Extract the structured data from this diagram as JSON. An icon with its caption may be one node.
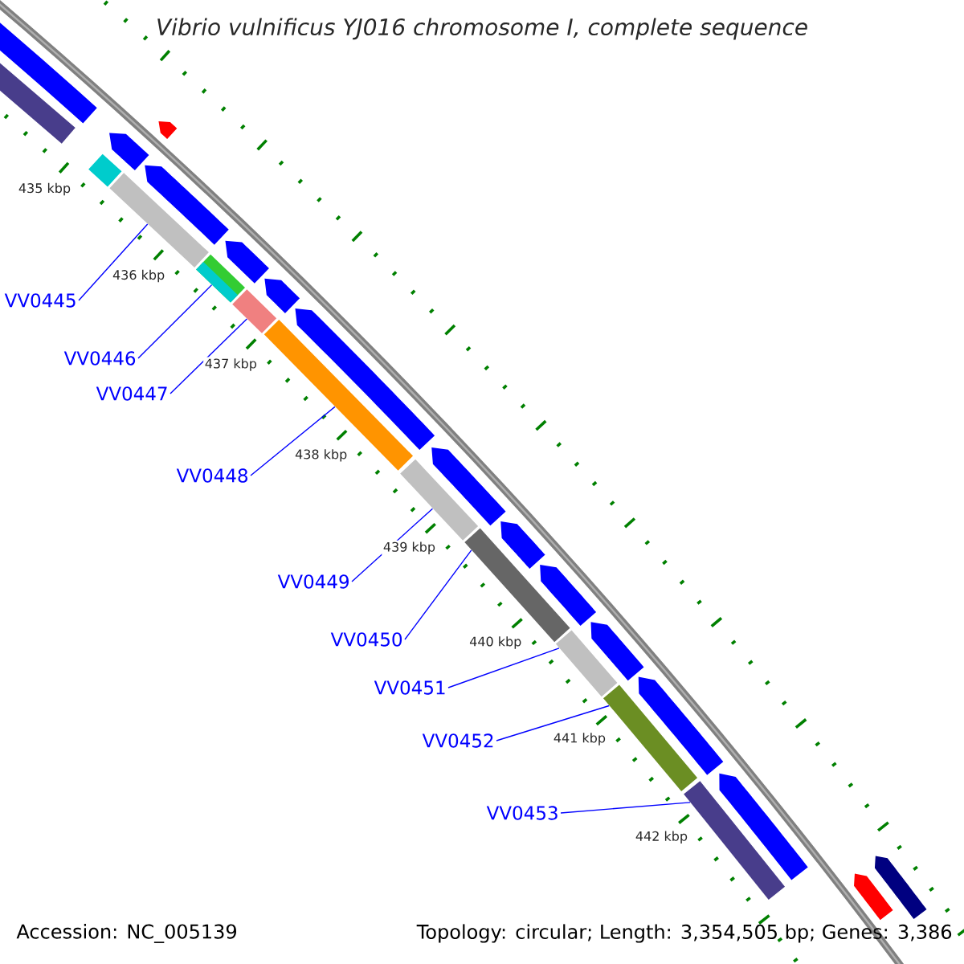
{
  "diagram": {
    "title": "Vibrio vulnificus YJ016 chromosome I, complete sequence",
    "nodes": [
      {
        "text": [
          "VV0445"
        ]
      },
      {
        "text": [
          "VV0446"
        ]
      },
      {
        "text": [
          "VV0447"
        ]
      },
      {
        "text": [
          "VV0448"
        ]
      },
      {
        "text": [
          "VV0449"
        ]
      },
      {
        "text": [
          "VV0450"
        ]
      },
      {
        "text": [
          "VV0451"
        ]
      },
      {
        "text": [
          "VV0452"
        ]
      },
      {
        "text": [
          "VV0453"
        ]
      },
      {
        "text": [],
        "shape": "arrow"
      },
      {
        "text": [],
        "shape": "bar"
      },
      {
        "text": [],
        "shape": "arrow"
      },
      {
        "text": [],
        "shape": "bar"
      },
      {
        "text": [],
        "shape": "arrow"
      },
      {
        "text": [],
        "shape": "bar"
      },
      {
        "text": [],
        "shape": "arrow"
      },
      {
        "text": [],
        "shape": "bar"
      },
      {
        "text": [],
        "shape": "arrow"
      },
      {
        "text": [],
        "shape": "bar"
      },
      {
        "text": [],
        "shape": "arrow"
      },
      {
        "text": [],
        "shape": "bar"
      },
      {
        "text": [],
        "shape": "arrow"
      },
      {
        "text": [],
        "shape": "bar"
      },
      {
        "text": [],
        "shape": "arrow"
      },
      {
        "text": [],
        "shape": "bar"
      },
      {
        "text": [],
        "shape": "arrow"
      },
      {
        "text": [],
        "shape": "arrow"
      },
      {
        "text": [],
        "shape": "bar"
      },
      {
        "text": [],
        "shape": "arrow"
      },
      {
        "text": [],
        "shape": "bar"
      },
      {
        "text": [],
        "shape": "arrow"
      },
      {
        "text": [],
        "shape": "bar"
      },
      {
        "text": [],
        "shape": "arrow"
      },
      {
        "text": [],
        "shape": "arrow"
      },
      {
        "text": [],
        "shape": "arrow"
      }
    ],
    "edges": [
      {
        "from": 0,
        "to": 14,
        "arrow": "none"
      },
      {
        "from": 1,
        "to": 16,
        "arrow": "none"
      },
      {
        "from": 2,
        "to": 18,
        "arrow": "none"
      },
      {
        "from": 3,
        "to": 20,
        "arrow": "none"
      },
      {
        "from": 4,
        "to": 22,
        "arrow": "none"
      },
      {
        "from": 5,
        "to": 24,
        "arrow": "none"
      },
      {
        "from": 6,
        "to": 27,
        "arrow": "none"
      },
      {
        "from": 7,
        "to": 29,
        "arrow": "none"
      },
      {
        "from": 8,
        "to": 31,
        "arrow": "none"
      }
    ],
    "labels": [
      "435 kbp",
      "436 kbp",
      "437 kbp",
      "438 kbp",
      "439 kbp",
      "440 kbp",
      "441 kbp",
      "442 kbp",
      "Accession: NC_005139",
      "Topology: circular; Length: 3,354,505 bp; Genes: 3,386"
    ]
  }
}
